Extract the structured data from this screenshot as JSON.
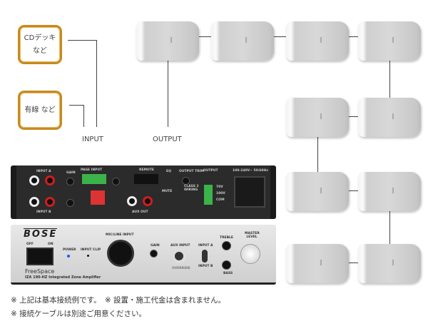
{
  "sources": [
    {
      "label": "CDデッキ\nなど"
    },
    {
      "label": "有線 など"
    }
  ],
  "labels": {
    "input": "INPUT",
    "output": "OUTPUT"
  },
  "amplifier": {
    "back": {
      "input_a": "INPUT A",
      "input_b": "INPUT B",
      "gain": "GAIN",
      "page_input": "PAGE INPUT",
      "remote": "REMOTE",
      "eq": "EQ",
      "output_trim": "OUTPUT TRIM",
      "output": "OUTPUT",
      "power_spec": "100-240V~ 50/60Hz",
      "aux_out": "AUX OUT",
      "v70": "70V",
      "v100": "100V",
      "com": "COM",
      "class2": "CLASS 2 WIRING",
      "mute": "MUTE"
    },
    "front": {
      "brand": "BOSE",
      "off": "OFF",
      "on": "ON",
      "power": "POWER",
      "input_clip": "INPUT CLIP",
      "mic_line": "MIC/LINE INPUT",
      "gain": "GAIN",
      "aux_input": "AUX INPUT",
      "override": "OVERRIDE",
      "input_a": "INPUT A",
      "input_b": "INPUT B",
      "treble": "TREBLE",
      "bass": "BASS",
      "master": "MASTER LEVEL",
      "model": "FreeSpace",
      "model_desc": "IZA 190-HZ Integrated Zone Amplifier"
    }
  },
  "notes": [
    "※ 上記は基本接続例です。　※ 設置・施工代金は含まれません。",
    "※ 接続ケーブルは別途ご用意ください。"
  ],
  "colors": {
    "source_border": "#c88a1c",
    "power_led": "#2255ff"
  }
}
